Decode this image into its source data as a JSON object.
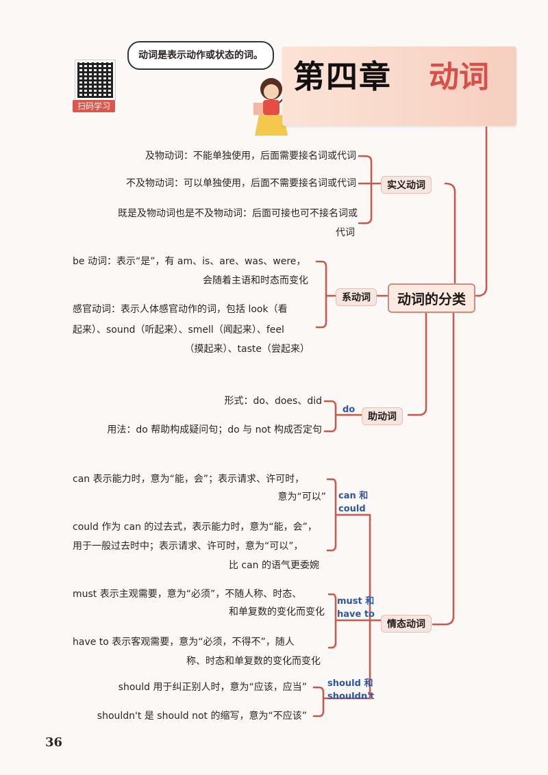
{
  "header": {
    "qr_label": "扫码学习",
    "bubble": "动词是表示动作或状态的词。",
    "chapter_number": "第四章",
    "chapter_title": "动词"
  },
  "center": "动词的分类",
  "branches": {
    "shiyi": {
      "label": "实义动词",
      "items": [
        "及物动词：不能单独使用，后面需要接名词或代词",
        "不及物动词：可以单独使用，后面不需要接名词或代词",
        "既是及物动词也是不及物动词：后面可接也可不接名词或",
        "代词"
      ]
    },
    "xi": {
      "label": "系动词",
      "items": [
        "be 动词：表示“是”，有 am、is、are、was、were，",
        "会随着主语和时态而变化",
        "感官动词：表示人体感官动作的词，包括 look（看",
        "起来）、sound（听起来）、smell（闻起来）、feel",
        "（摸起来）、taste（尝起来）"
      ]
    },
    "zhu": {
      "label": "助动词",
      "side": "do",
      "items": [
        "形式：do、does、did",
        "用法：do 帮助构成疑问句；do 与 not 构成否定句"
      ]
    },
    "qingtai": {
      "label": "情态动词",
      "groups": [
        {
          "side": [
            "can 和",
            "could"
          ],
          "items": [
            "can 表示能力时，意为“能，会”；表示请求、许可时，",
            "意为“可以”",
            "could 作为 can 的过去式，表示能力时，意为“能，会”，",
            "用于一般过去时中；表示请求、许可时，意为“可以”，",
            "比 can 的语气更委婉"
          ]
        },
        {
          "side": [
            "must 和",
            "have to"
          ],
          "items": [
            "must 表示主观需要，意为“必须”，不随人称、时态、",
            "和单复数的变化而变化",
            "have to 表示客观需要，意为“必须，不得不”，随人",
            "称、时态和单复数的变化而变化"
          ]
        },
        {
          "side": [
            "should 和",
            "shouldn't"
          ],
          "items": [
            "should 用于纠正别人时，意为“应该，应当”",
            "shouldn't 是 should not 的缩写，意为“不应该”"
          ]
        }
      ]
    }
  },
  "page_number": "36",
  "colors": {
    "accent": "#d65049",
    "connector": "#c9574c",
    "side_label": "#2c56a4",
    "chip_bg": "#f7e6df"
  }
}
